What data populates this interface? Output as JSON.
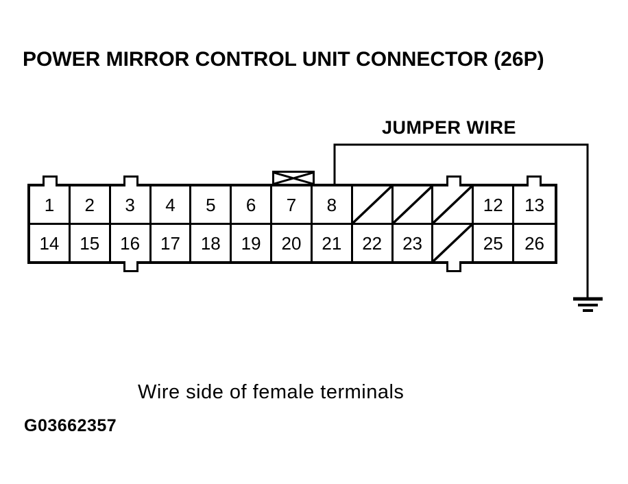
{
  "title": "POWER MIRROR CONTROL UNIT CONNECTOR (26P)",
  "jumper_wire_label": "JUMPER WIRE",
  "caption": "Wire side of female terminals",
  "figure_code": "G03662357",
  "colors": {
    "ink": "#000000",
    "paper": "#ffffff"
  },
  "symbols": {
    "ground_symbol": "earth-ground (three shrinking bars)",
    "keyway_marker": "crossed-rectangle",
    "blocked_cell_marker": "diagonal-slash"
  },
  "connector": {
    "pin_count_label": "26P",
    "columns": 13,
    "rows": 2,
    "jumper_wire": {
      "connects_terminal": "8",
      "connects_to": "ground"
    },
    "top_row": [
      {
        "label": "1",
        "blocked": false
      },
      {
        "label": "2",
        "blocked": false
      },
      {
        "label": "3",
        "blocked": false
      },
      {
        "label": "4",
        "blocked": false
      },
      {
        "label": "5",
        "blocked": false
      },
      {
        "label": "6",
        "blocked": false
      },
      {
        "label": "7",
        "blocked": false
      },
      {
        "label": "8",
        "blocked": false
      },
      {
        "label": "",
        "blocked": true
      },
      {
        "label": "",
        "blocked": true
      },
      {
        "label": "",
        "blocked": true
      },
      {
        "label": "12",
        "blocked": false
      },
      {
        "label": "13",
        "blocked": false
      }
    ],
    "bottom_row": [
      {
        "label": "14",
        "blocked": false
      },
      {
        "label": "15",
        "blocked": false
      },
      {
        "label": "16",
        "blocked": false
      },
      {
        "label": "17",
        "blocked": false
      },
      {
        "label": "18",
        "blocked": false
      },
      {
        "label": "19",
        "blocked": false
      },
      {
        "label": "20",
        "blocked": false
      },
      {
        "label": "21",
        "blocked": false
      },
      {
        "label": "22",
        "blocked": false
      },
      {
        "label": "23",
        "blocked": false
      },
      {
        "label": "",
        "blocked": true
      },
      {
        "label": "25",
        "blocked": false
      },
      {
        "label": "26",
        "blocked": false
      }
    ]
  }
}
